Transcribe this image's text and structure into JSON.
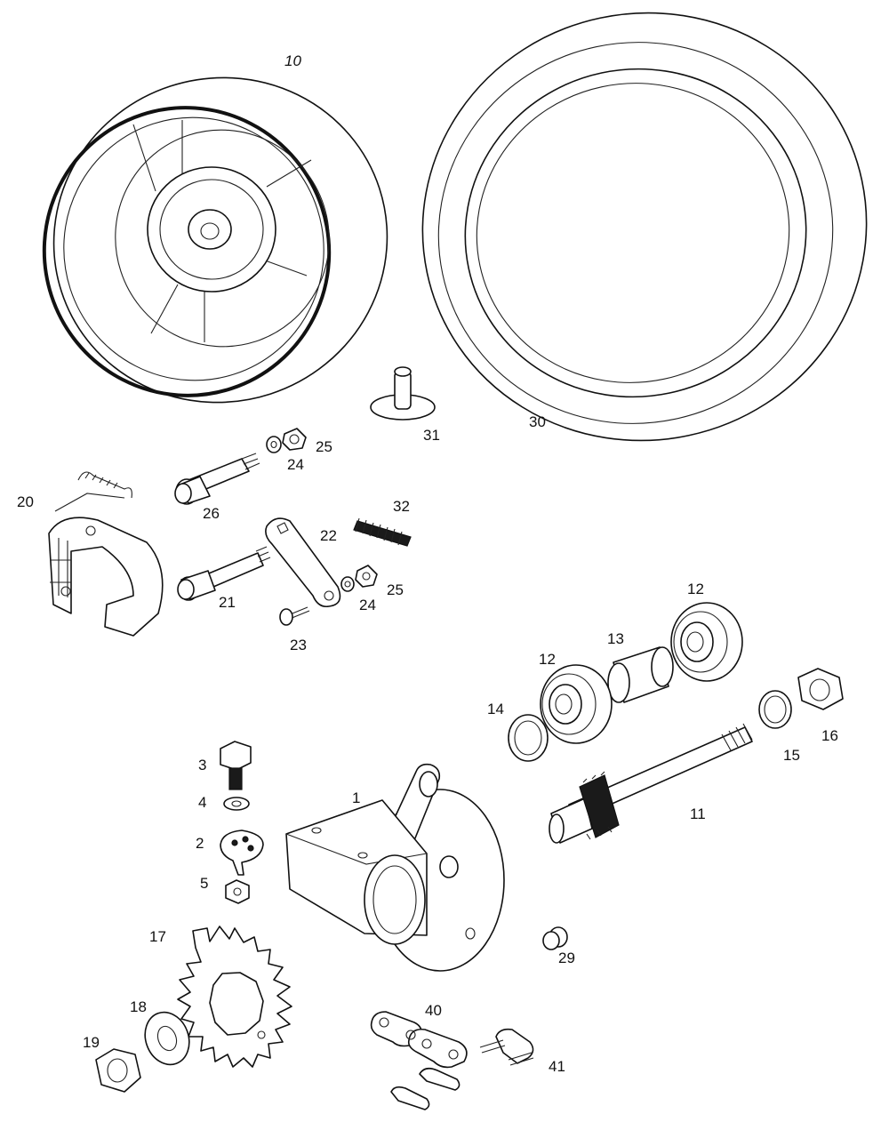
{
  "callouts": {
    "wheel_rim": "10",
    "tyre": "30",
    "valve": "31",
    "nut_upper": "25",
    "washer_upper": "24",
    "brake_shoes": "20",
    "pin_upper": "26",
    "spring_32": "32",
    "lever": "22",
    "pin_lower": "21",
    "nut_lower": "25",
    "washer_lower": "24",
    "screw_23": "23",
    "bearing_right": "12",
    "spacer_13": "13",
    "bearing_left": "12",
    "seal_14": "14",
    "axle_nut": "16",
    "seal_15": "15",
    "axle": "11",
    "bolt_3": "3",
    "washer_4": "4",
    "plate_2": "2",
    "nut_5": "5",
    "swing_arm": "1",
    "sprocket": "17",
    "plug_29": "29",
    "washer_18": "18",
    "nut_19": "19",
    "chain": "40",
    "master_link": "41"
  }
}
